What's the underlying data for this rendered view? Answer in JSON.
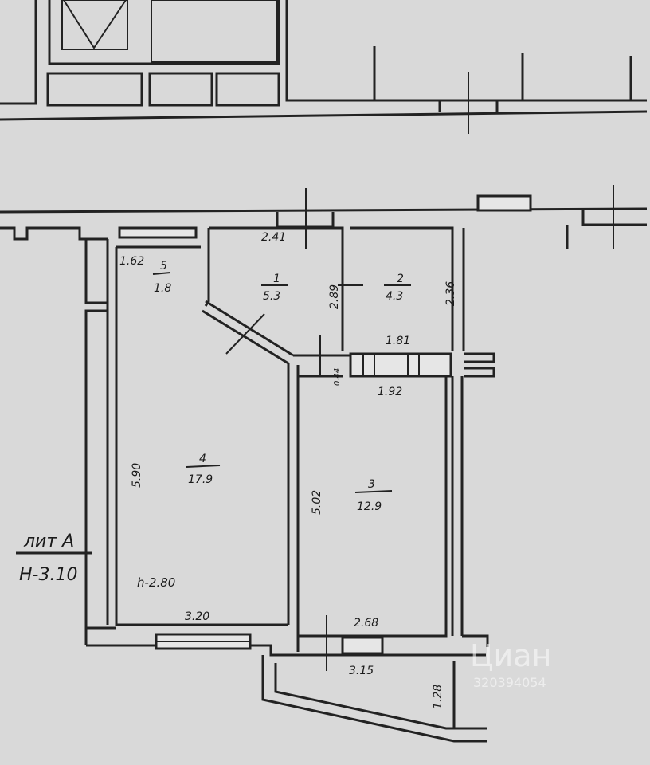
{
  "rooms": [
    {
      "id": "1",
      "area": "5.3"
    },
    {
      "id": "2",
      "area": "4.3"
    },
    {
      "id": "3",
      "area": "12.9"
    },
    {
      "id": "4",
      "area": "17.9"
    },
    {
      "id": "5",
      "area": "1.8"
    }
  ],
  "dimensions": {
    "d_241": "2.41",
    "d_162": "1.62",
    "d_289": "2.89",
    "d_236": "2.36",
    "d_181": "1.81",
    "d_044": "0.44",
    "d_192": "1.92",
    "d_590": "5.90",
    "d_502": "5.02",
    "d_320": "3.20",
    "d_268": "2.68",
    "d_315": "3.15",
    "d_128": "1.28",
    "ceiling": "h-2.80"
  },
  "building_label": {
    "lit": "лит А",
    "height": "Н-3.10"
  },
  "watermark": {
    "brand": "Циан",
    "id": "320394054"
  }
}
